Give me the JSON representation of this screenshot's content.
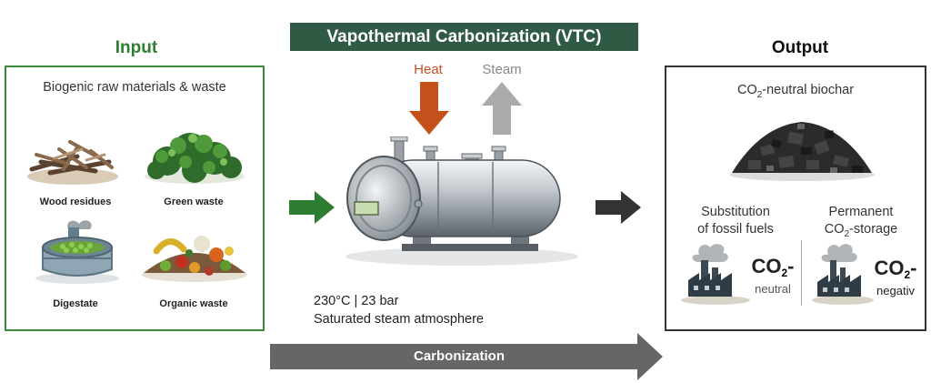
{
  "header": {
    "input_heading": "Input",
    "process_heading": "Vapothermal Carbonization (VTC)",
    "output_heading": "Output"
  },
  "input": {
    "subtitle": "Biogenic raw materials & waste",
    "items": [
      {
        "label": "Wood residues",
        "icon": "wood-residues-icon"
      },
      {
        "label": "Green waste",
        "icon": "green-waste-icon"
      },
      {
        "label": "Digestate",
        "icon": "digestate-icon"
      },
      {
        "label": "Organic waste",
        "icon": "organic-waste-icon"
      }
    ]
  },
  "process": {
    "heat_label": "Heat",
    "steam_label": "Steam",
    "conditions_line1": "230°C | 23 bar",
    "conditions_line2": "Saturated steam atmosphere",
    "arrow_label": "Carbonization"
  },
  "output": {
    "biochar_prefix": "CO",
    "biochar_sub": "2",
    "biochar_suffix": "-neutral biochar",
    "substitution_line1": "Substitution",
    "substitution_line2": "of fossil fuels",
    "storage_line1": "Permanent",
    "storage_prefix": "CO",
    "storage_sub": "2",
    "storage_suffix": "-storage",
    "badge1_big": "CO",
    "badge1_sub": "2",
    "badge1_dash": "-",
    "badge1_small": "neutral",
    "badge2_big": "CO",
    "badge2_sub": "2",
    "badge2_dash": "-",
    "badge2_small": "negativ"
  },
  "colors": {
    "green": "#2e7d32",
    "banner": "#2f5a43",
    "heat": "#c4501c",
    "steam": "#aaaaaa",
    "dark_arrow": "#333333",
    "gray_arrow": "#666666"
  }
}
